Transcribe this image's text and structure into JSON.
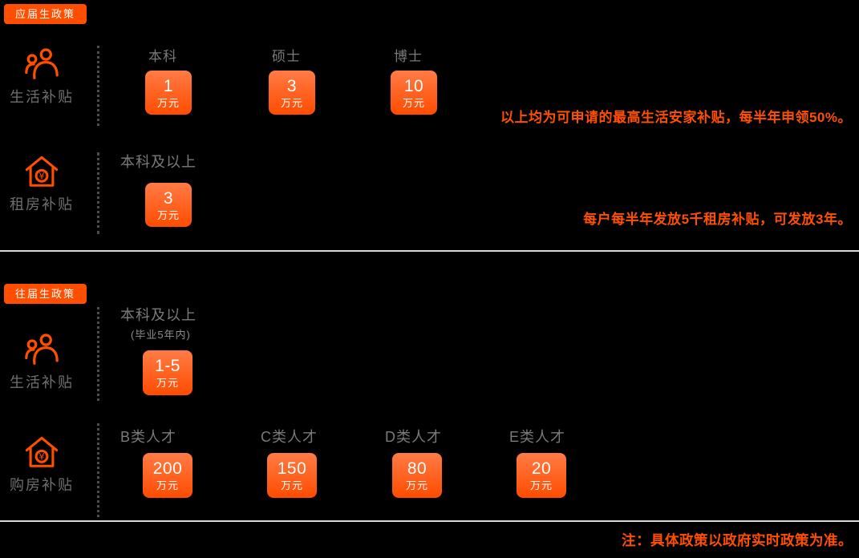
{
  "colors": {
    "accent_orange": "#ff4e00",
    "box_gradient_top": "#ff7b45",
    "box_gradient_bottom": "#ff4c00",
    "note_orange": "#ff5000",
    "label_gray": "#6f6f6f",
    "divider_gray": "#d9d9d9",
    "background": "#000000"
  },
  "fresh_section": {
    "badge": "应届生政策",
    "living": {
      "label": "生活补贴",
      "columns": [
        {
          "header": "本科",
          "value": "1",
          "unit": "万元"
        },
        {
          "header": "硕士",
          "value": "3",
          "unit": "万元"
        },
        {
          "header": "博士",
          "value": "10",
          "unit": "万元"
        }
      ],
      "note": "以上均为可申请的最高生活安家补贴，每半年申领50%。"
    },
    "rent": {
      "label": "租房补贴",
      "columns": [
        {
          "header": "本科及以上",
          "value": "3",
          "unit": "万元"
        }
      ],
      "note": "每户每半年发放5千租房补贴，可发放3年。"
    }
  },
  "previous_section": {
    "badge": "往届生政策",
    "living": {
      "label": "生活补贴",
      "columns": [
        {
          "header": "本科及以上",
          "subheader": "(毕业5年内)",
          "value": "1-5",
          "unit": "万元"
        }
      ]
    },
    "purchase": {
      "label": "购房补贴",
      "columns": [
        {
          "header": "B类人才",
          "value": "200",
          "unit": "万元"
        },
        {
          "header": "C类人才",
          "value": "150",
          "unit": "万元"
        },
        {
          "header": "D类人才",
          "value": "80",
          "unit": "万元"
        },
        {
          "header": "E类人才",
          "value": "20",
          "unit": "万元"
        }
      ]
    }
  },
  "footer": {
    "note": "注：具体政策以政府实时政策为准。"
  }
}
